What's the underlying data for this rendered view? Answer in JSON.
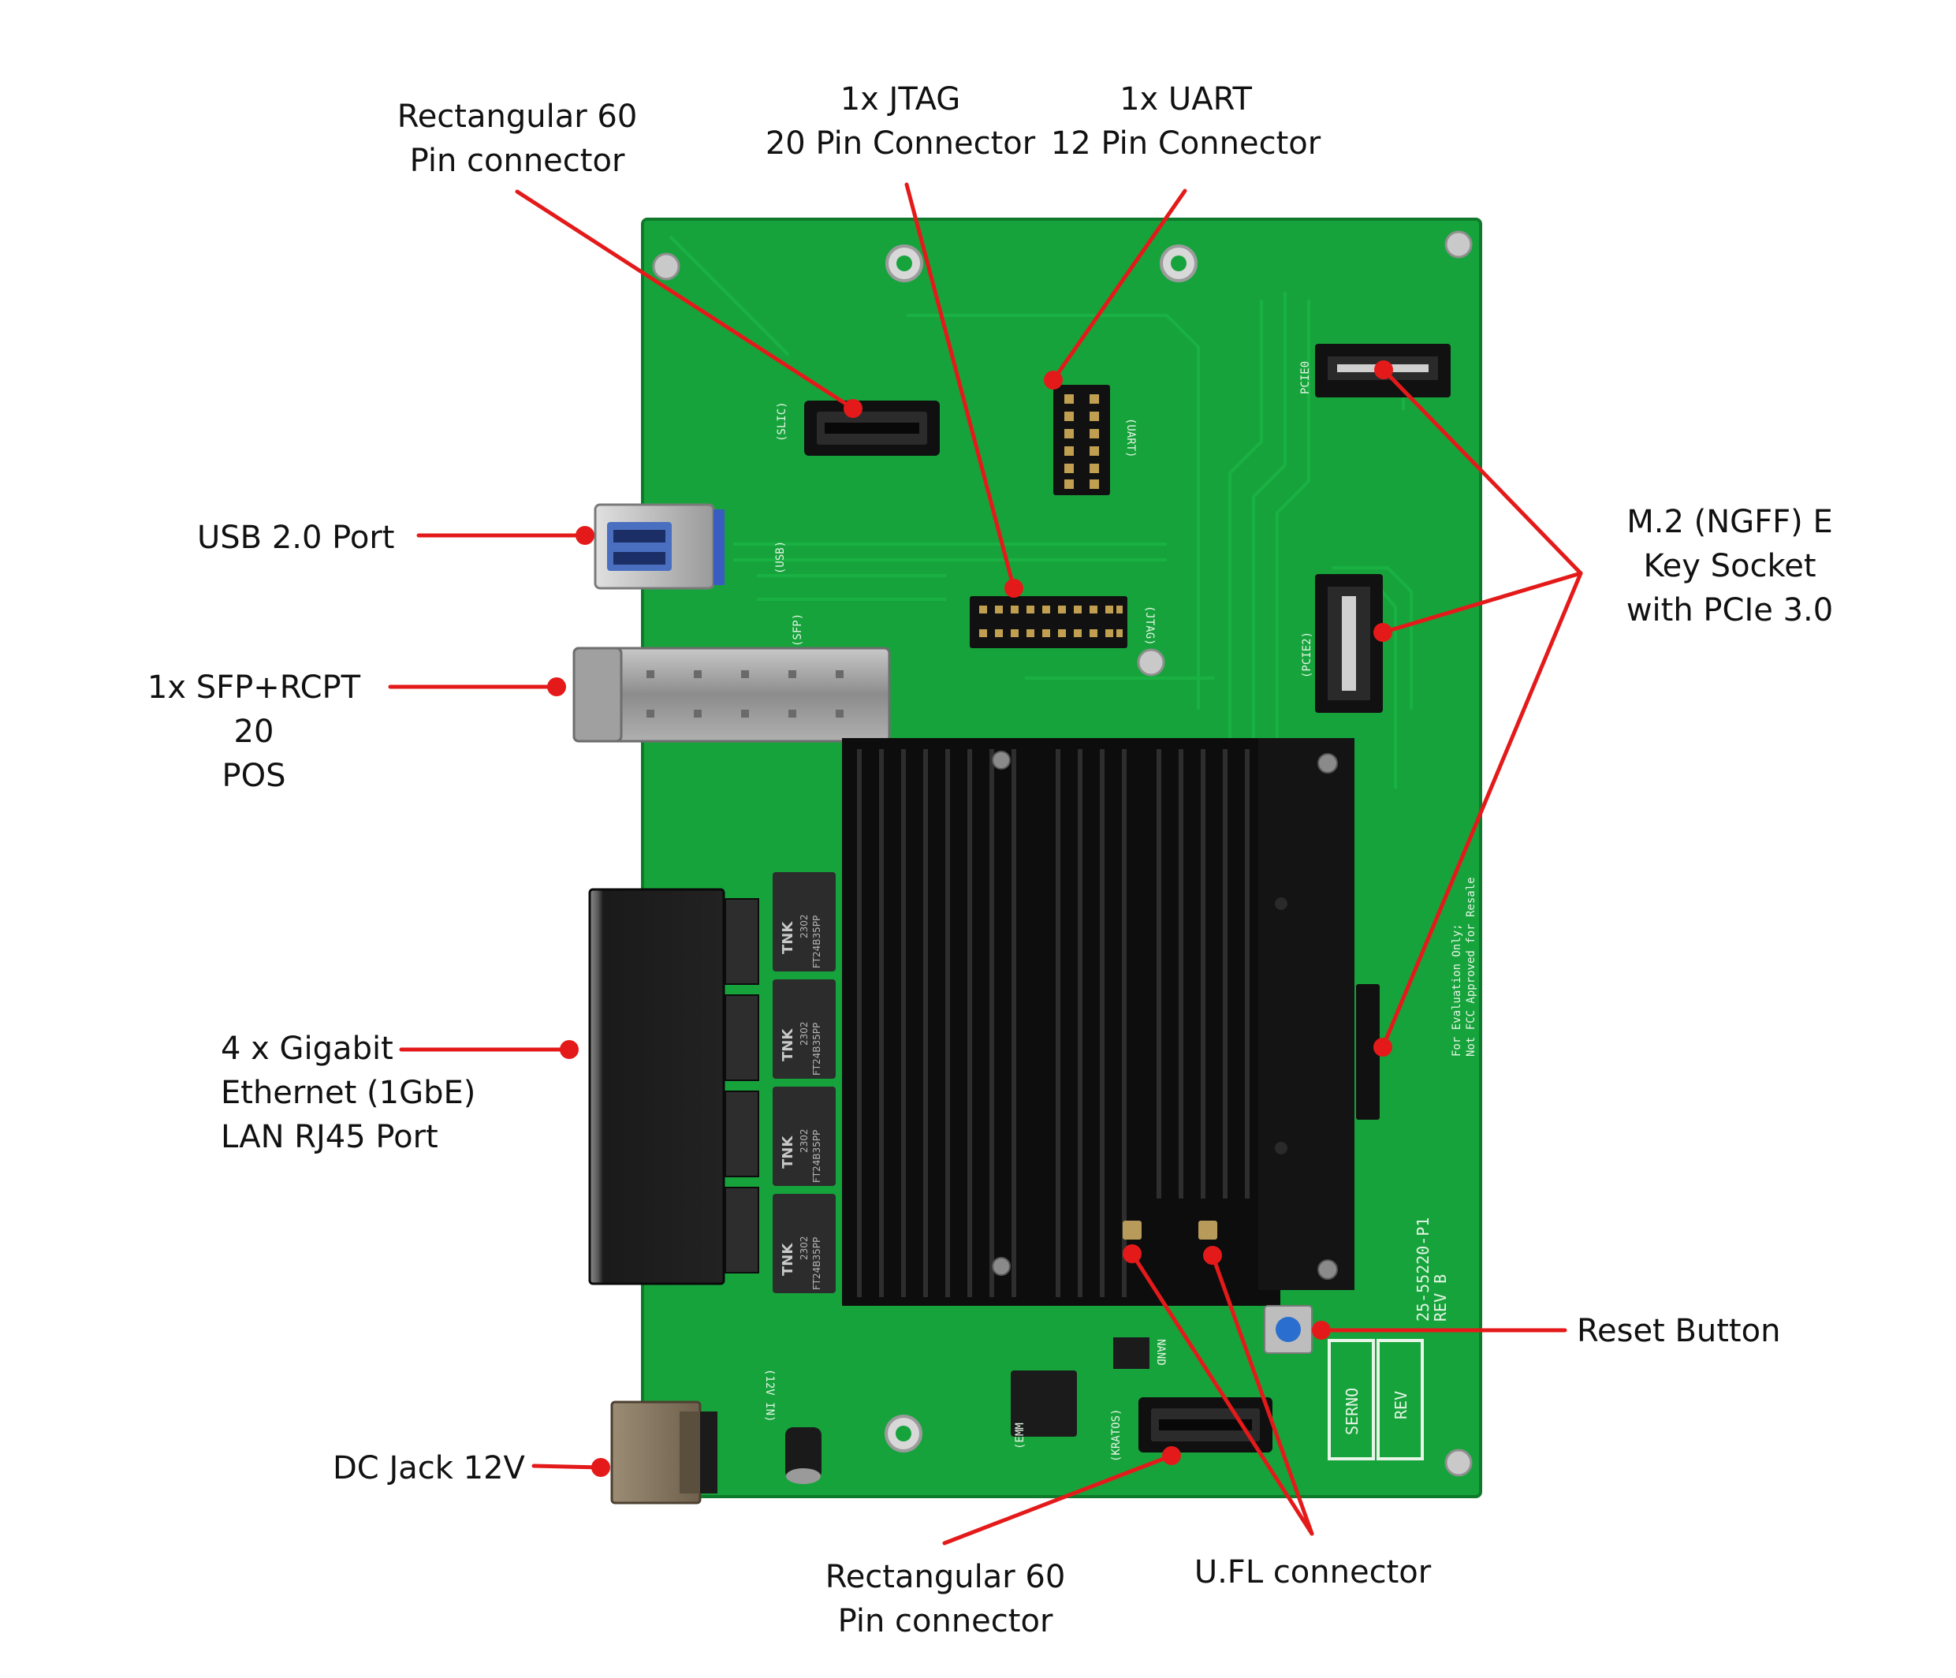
{
  "labels": {
    "slic_connector": "Rectangular 60\nPin connector",
    "jtag": "1x JTAG\n20 Pin Connector",
    "uart": "1x UART\n12 Pin Connector",
    "usb": "USB 2.0 Port",
    "sfp": "1x SFP+RCPT 20\nPOS",
    "ethernet": "4 x Gigabit\nEthernet (1GbE)\nLAN RJ45 Port",
    "dc_jack": "DC Jack 12V",
    "m2": "M.2 (NGFF) E\nKey Socket\nwith PCIe 3.0",
    "reset": "Reset Button",
    "kratos_connector": "Rectangular 60\nPin connector",
    "ufl": "U.FL connector"
  },
  "silkscreen": {
    "slic": "(SLIC)",
    "uart": "(UART)",
    "usb": "(USB)",
    "sfp": "(SFP)",
    "jtag": "(JTAG)",
    "pcie0": "PCIE0",
    "pcie2": "(PCIE2)",
    "twelve_v": "(12V IN)",
    "emmc": "(EMM",
    "kratos": "(KRATOS)",
    "nand": "NAND",
    "serno": "SERNO",
    "rev": "REV",
    "board_id": "25-55220-P1",
    "board_rev": "REV B",
    "eval_1": "For Evaluation Only;",
    "eval_2": "Not FCC Approved for Resale",
    "mag_brand": "TNK",
    "mag_part": "FT24B35PP",
    "mag_lot": "2302"
  },
  "colors": {
    "board": "#17a33c",
    "board_dark": "#12852f",
    "arrow": "#e41a1a",
    "heatsink": "#0d0d0d",
    "rj45": "#1a1a1a"
  }
}
